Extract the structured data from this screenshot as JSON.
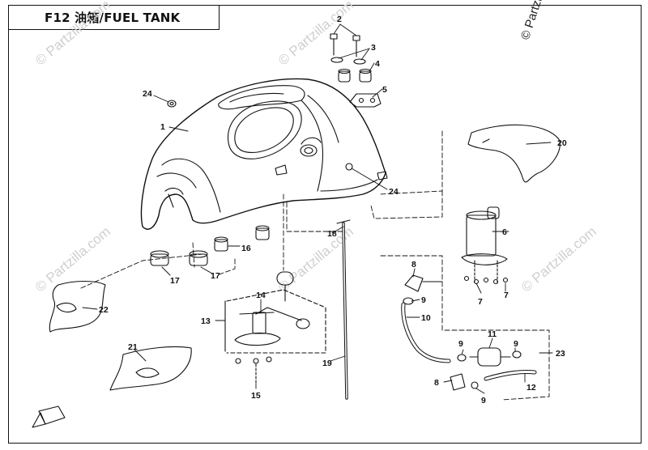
{
  "title": "F12 油箱/FUEL TANK",
  "watermark": "© Partzilla.com",
  "watermark_corner": "© Partzill",
  "callouts": {
    "p1": "1",
    "p2": "2",
    "p3": "3",
    "p4": "4",
    "p5": "5",
    "p6": "6",
    "p7a": "7",
    "p7b": "7",
    "p8a": "8",
    "p8b": "8",
    "p9a": "9",
    "p9b": "9",
    "p9c": "9",
    "p10": "10",
    "p11": "11",
    "p12": "12",
    "p13": "13",
    "p14": "14",
    "p15": "15",
    "p16": "16",
    "p17a": "17",
    "p17b": "17",
    "p18": "18",
    "p19": "19",
    "p20": "20",
    "p21": "21",
    "p22": "22",
    "p23": "23",
    "p24a": "24",
    "p24b": "24"
  },
  "colors": {
    "line": "#111111",
    "watermark": "#cfcfcf",
    "paper": "#ffffff"
  }
}
